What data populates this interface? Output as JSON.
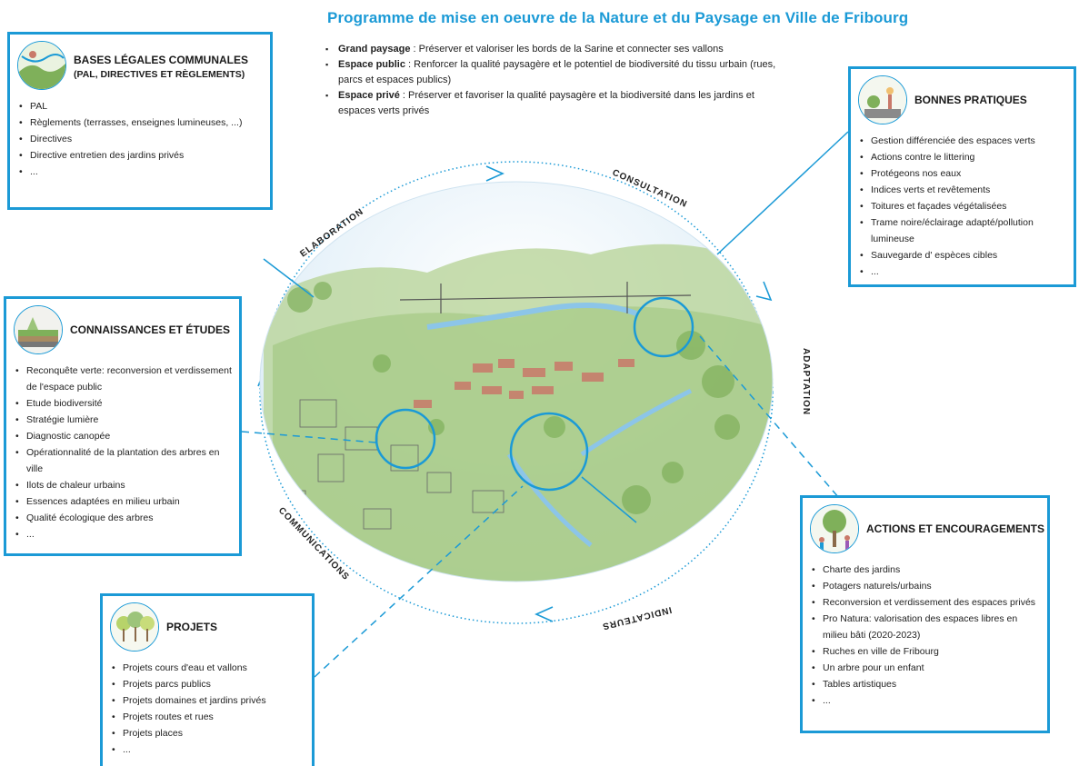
{
  "title": "Programme de mise en oeuvre de la Nature et du Paysage en Ville de Fribourg",
  "intro": [
    {
      "bold": "Grand paysage",
      "text": " : Préserver et valoriser les bords de la Sarine et connecter ses vallons"
    },
    {
      "bold": "Espace public",
      "text": " : Renforcer la qualité paysagère et le potentiel de biodiversité du tissu urbain (rues, parcs et espaces publics)"
    },
    {
      "bold": "Espace privé",
      "text": " : Préserver et favoriser la qualité paysagère et la biodiversité dans les jardins et espaces verts privés"
    }
  ],
  "cycle": {
    "elaboration": "ELABORATION",
    "consultation": "CONSULTATION",
    "adaptation": "ADAPTATION",
    "indicateurs": "INDICATEURS",
    "communications": "COMMUNICATIONS"
  },
  "boxes": {
    "bases": {
      "title": "BASES LÉGALES COMMUNALES",
      "subtitle": "(PAL, DIRECTIVES ET RÈGLEMENTS)",
      "items": [
        "PAL",
        "Règlements (terrasses, enseignes lumineuses, ...)",
        "Directives",
        "Directive entretien des jardins privés",
        "..."
      ]
    },
    "connaissances": {
      "title": "CONNAISSANCES ET ÉTUDES",
      "items": [
        "Reconquête verte: reconversion et verdissement de l'espace public",
        "Etude biodiversité",
        "Stratégie lumière",
        "Diagnostic canopée",
        "Opérationnalité de la plantation des arbres en ville",
        "Ilots de chaleur urbains",
        "Essences adaptées en milieu urbain",
        "Qualité écologique des arbres",
        "..."
      ]
    },
    "bonnes": {
      "title": "BONNES PRATIQUES",
      "items": [
        "Gestion différenciée des espaces verts",
        "Actions contre le littering",
        "Protégeons nos eaux",
        "Indices verts et revêtements",
        "Toitures et façades végétalisées",
        "Trame noire/éclairage adapté/pollution lumineuse",
        "Sauvegarde d' espèces cibles",
        "..."
      ]
    },
    "actions": {
      "title": "ACTIONS ET ENCOURAGEMENTS",
      "items": [
        "Charte des jardins",
        "Potagers naturels/urbains",
        "Reconversion et verdissement des espaces privés",
        "Pro Natura: valorisation des espaces libres en milieu bâti (2020-2023)",
        "Ruches en ville de Fribourg",
        "Un arbre pour un enfant",
        "Tables artistiques",
        "..."
      ]
    },
    "projets": {
      "title": "PROJETS",
      "items": [
        "Projets cours d'eau et vallons",
        "Projets parcs publics",
        "Projets domaines et jardins privés",
        "Projets routes et rues",
        "Projets places",
        "..."
      ]
    }
  },
  "colors": {
    "accent": "#1b9ad6",
    "green": "#7fb05a",
    "roof": "#c9796a"
  }
}
